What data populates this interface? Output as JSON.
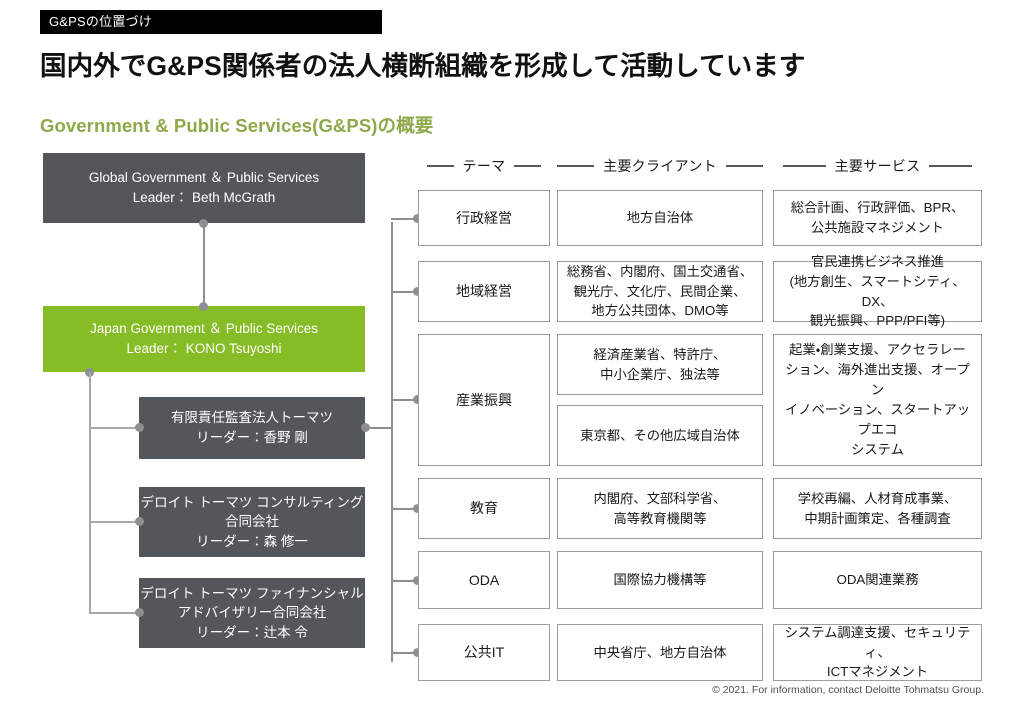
{
  "header": {
    "eyebrow": "G&PSの位置づけ",
    "title": "国内外でG&PS関係者の法人横断組織を形成して活動しています",
    "section_label": "Government & Public Services(G&PS)の概要"
  },
  "colors": {
    "brand_green": "#86BC25",
    "label_green": "#8EA84A",
    "dark_gray": "#53565A",
    "line_gray": "#8D9093",
    "border_gray": "#9B9EA1",
    "eyebrow_bg": "#000000"
  },
  "org": {
    "global": {
      "line1": "Global Government ＆ Public Services",
      "line2": "Leader： Beth McGrath"
    },
    "japan": {
      "line1": "Japan Government ＆ Public Services",
      "line2": "Leader： KONO Tsuyoshi"
    },
    "members": [
      {
        "line1": "有限責任監査法人トーマツ",
        "line2": "リーダー：香野 剛",
        "line3": ""
      },
      {
        "line1": "デロイト トーマツ コンサルティング",
        "line2": "合同会社",
        "line3": "リーダー：森 修一"
      },
      {
        "line1": "デロイト トーマツ ファイナンシャル",
        "line2": "アドバイザリー合同会社",
        "line3": "リーダー：辻本 令"
      }
    ]
  },
  "matrix": {
    "headers": {
      "theme": "テーマ",
      "clients": "主要クライアント",
      "services": "主要サービス"
    },
    "rows": [
      {
        "theme": "行政経営",
        "clients": [
          "地方自治体"
        ],
        "services": [
          "総合計画、行政評価、BPR、",
          "公共施設マネジメント"
        ]
      },
      {
        "theme": "地域経営",
        "clients": [
          "総務省、内閣府、国土交通省、",
          "観光庁、文化庁、民間企業、",
          "地方公共団体、DMO等"
        ],
        "services": [
          "官民連携ビジネス推進",
          "(地方創生、スマートシティ、DX、",
          "観光振興、PPP/PFI等)"
        ]
      },
      {
        "theme": "産業振興",
        "clients_a": [
          "経済産業省、特許庁、",
          "中小企業庁、独法等"
        ],
        "clients_b": [
          "東京都、その他広域自治体"
        ],
        "services": [
          "起業・創業支援、アクセラレー",
          "ション、海外進出支援、オープン",
          "イノベーション、スタートアップエコ",
          "システム"
        ]
      },
      {
        "theme": "教育",
        "clients": [
          "内閣府、文部科学省、",
          "高等教育機関等"
        ],
        "services": [
          "学校再編、人材育成事業、",
          "中期計画策定、各種調査"
        ]
      },
      {
        "theme": "ODA",
        "clients": [
          "国際協力機構等"
        ],
        "services": [
          "ODA関連業務"
        ]
      },
      {
        "theme": "公共IT",
        "clients": [
          "中央省庁、地方自治体"
        ],
        "services": [
          "システム調達支援、セキュリティ、",
          "ICTマネジメント"
        ]
      }
    ]
  },
  "footer": {
    "copyright": "© 2021. For information, contact Deloitte Tohmatsu Group."
  }
}
